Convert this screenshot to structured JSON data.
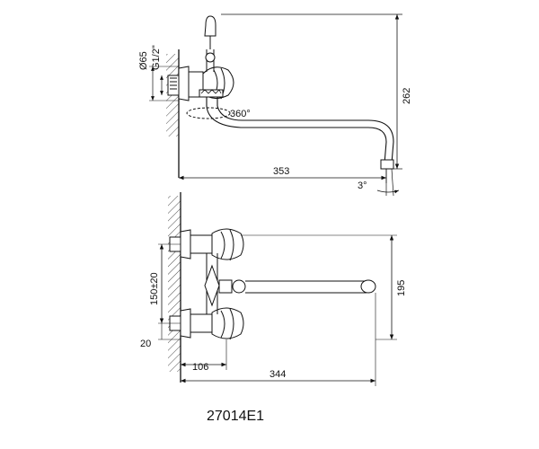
{
  "drawing": {
    "model_number": "27014E1",
    "side_view": {
      "flange_diameter": "Ø65",
      "thread": "G1/2\"",
      "rotation": "360°",
      "height": "262",
      "spout_reach": "353",
      "spout_angle": "3°"
    },
    "front_view": {
      "axis_spacing": "150±20",
      "wall_offset": "20",
      "outlet_height": "195",
      "body_depth": "106",
      "total_reach": "344"
    }
  }
}
